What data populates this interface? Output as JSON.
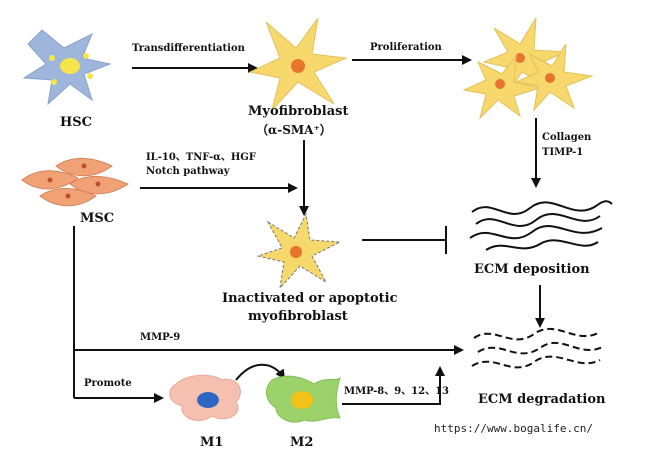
{
  "cells": {
    "hsc": "HSC",
    "myofibroblast": "Myofibroblast",
    "sma": "（α-SMA⁺）",
    "msc": "MSC",
    "inactivated_line1": "Inactivated or apoptotic",
    "inactivated_line2": "myofibroblast",
    "m1": "M1",
    "m2": "M2"
  },
  "arrows": {
    "transdifferentiation": "Transdifferentiation",
    "proliferation": "Proliferation",
    "collagen": "Collagen",
    "timp": "TIMP-1",
    "factors": "IL-10、TNF-α、HGF",
    "notch": "Notch pathway",
    "mmp9": "MMP-9",
    "promote": "Promote",
    "mmps": "MMP-8、9、12、13"
  },
  "outcomes": {
    "ecm_deposition": "ECM deposition",
    "ecm_degradation": "ECM  degradation"
  },
  "watermark": "https://www.bogalife.cn/",
  "colors": {
    "hsc": "#9fb6dc",
    "hsc_dots": "#f5e44a",
    "myofibroblast": "#f6d86c",
    "nucleus": "#e8742e",
    "msc": "#f0a276",
    "m1": "#f6c0b0",
    "m1_nucleus": "#2c67c2",
    "m2": "#9bd26a",
    "m2_nucleus": "#f3c21a"
  }
}
